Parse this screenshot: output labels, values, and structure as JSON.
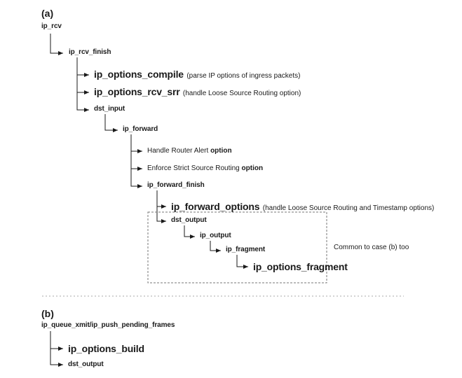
{
  "section_a": {
    "label": "(a)",
    "root": "ip_rcv",
    "ip_rcv_finish": "ip_rcv_finish",
    "ip_options_compile": "ip_options_compile",
    "ip_options_compile_note": "(parse IP options of ingress packets)",
    "ip_options_rcv_srr": "ip_options_rcv_srr",
    "ip_options_rcv_srr_note": "(handle Loose Source Routing option)",
    "dst_input": "dst_input",
    "ip_forward": "ip_forward",
    "router_alert_text": "Handle Router Alert",
    "router_alert_kw": "option",
    "strict_srr_text": "Enforce Strict Source Routing",
    "strict_srr_kw": "option",
    "ip_forward_finish": "ip_forward_finish",
    "ip_forward_options": "ip_forward_options",
    "ip_forward_options_note": "(handle Loose Source Routing and Timestamp options)",
    "dst_output": "dst_output",
    "ip_output": "ip_output",
    "ip_fragment": "ip_fragment",
    "ip_options_fragment": "ip_options_fragment",
    "common_note": "Common to case (b) too"
  },
  "section_b": {
    "label": "(b)",
    "root": "ip_queue_xmit/ip_push_pending_frames",
    "ip_options_build": "ip_options_build",
    "dst_output": "dst_output"
  }
}
